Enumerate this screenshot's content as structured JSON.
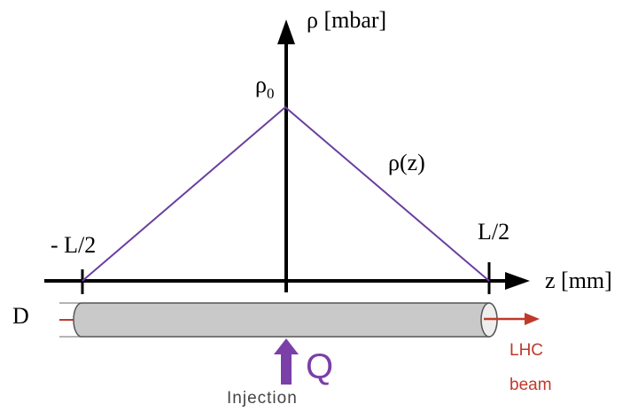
{
  "labels": {
    "y_axis": "ρ [mbar]",
    "x_axis": "z [mm]",
    "peak_symbol": "ρ",
    "peak_subscript": "0",
    "curve": "ρ(z)",
    "left_edge": "- L/2",
    "right_edge": "L/2",
    "diameter": "D",
    "injection_flow": "Q",
    "injection": "Injection",
    "beam_line1": "LHC",
    "beam_line2": "beam"
  },
  "colors": {
    "curve": "#6b3fa0",
    "injection_arrow": "#7b3fa8",
    "beam": "#c0392b",
    "beam_label": "#c0392b",
    "axis": "#000000",
    "pipe_fill": "#c9c9c9",
    "pipe_stroke": "#555555"
  }
}
